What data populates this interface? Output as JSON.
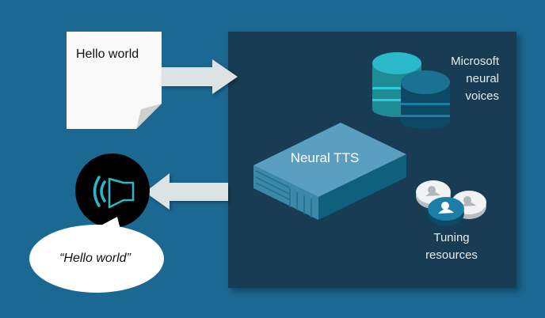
{
  "diagram": {
    "input_document": {
      "text": "Hello world"
    },
    "output_speech": {
      "text": "“Hello world”"
    },
    "service": {
      "label": "Neural TTS"
    },
    "voices": {
      "label_lines": [
        "Microsoft",
        "neural",
        "voices"
      ]
    },
    "tuning": {
      "label_lines": [
        "Tuning",
        "resources"
      ]
    },
    "icons": {
      "document": "document-icon",
      "arrow_in": "arrow-right-icon",
      "arrow_out": "arrow-left-icon",
      "speaker": "speaker-icon",
      "database": "database-icon",
      "server": "server-icon",
      "user_pucks": "user-resources-icon"
    },
    "colors": {
      "background": "#1b6893",
      "panel": "#173c53",
      "accent_cyan": "#29b8c8",
      "server_top": "#5a9fbf",
      "arrow": "#dde2e4"
    }
  }
}
